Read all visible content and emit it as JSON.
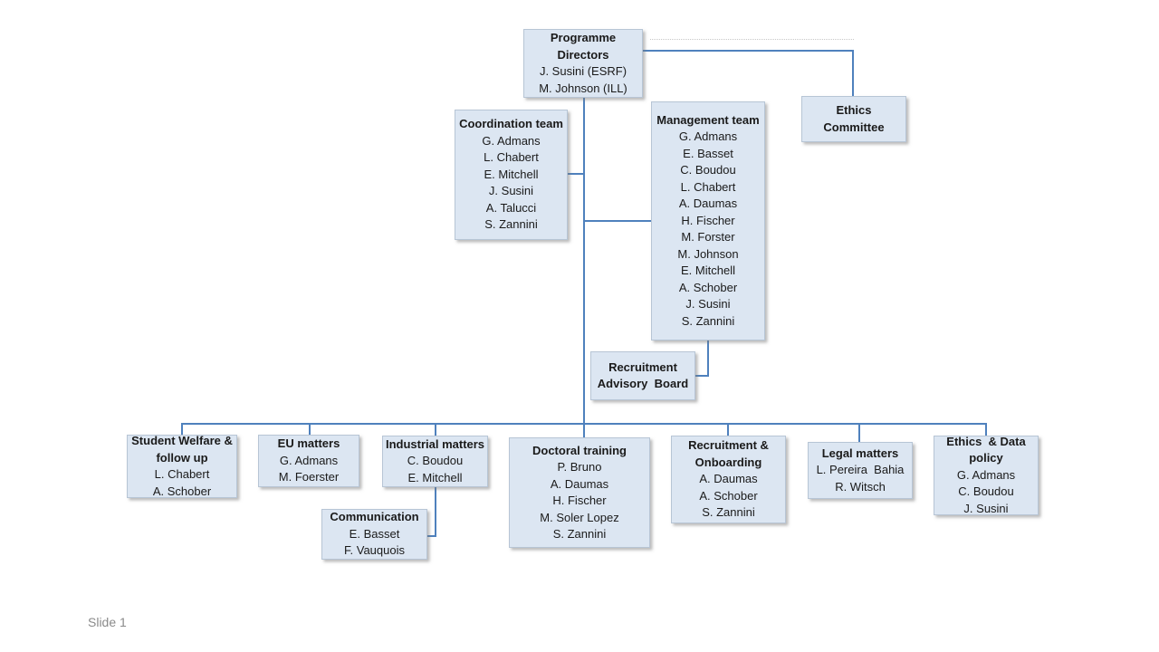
{
  "footer": {
    "label": "Slide 1"
  },
  "colors": {
    "box_fill": "#dce6f2",
    "box_border": "#b7c5d5",
    "connector": "#4f81bd",
    "text": "#1a1a1a",
    "footer_text": "#8a8a8a",
    "shadow": "rgba(120,120,120,0.5)",
    "artifact": "#c8c8c8"
  },
  "boxes": {
    "programme_directors": {
      "title": "Programme\nDirectors",
      "members": [
        "J. Susini (ESRF)",
        "M. Johnson (ILL)"
      ]
    },
    "coordination_team": {
      "title": "Coordination team",
      "members": [
        "G. Admans",
        "L. Chabert",
        "E. Mitchell",
        "J. Susini",
        "A. Talucci",
        "S. Zannini"
      ]
    },
    "management_team": {
      "title": "Management team",
      "members": [
        "G. Admans",
        "E. Basset",
        "C. Boudou",
        "L. Chabert",
        "A. Daumas",
        "H. Fischer",
        "M. Forster",
        "M. Johnson",
        "E. Mitchell",
        "A. Schober",
        "J. Susini",
        "S. Zannini"
      ]
    },
    "ethics_committee": {
      "title": "Ethics  Committee",
      "members": []
    },
    "recruitment_advisory_board": {
      "title": "Recruitment\nAdvisory  Board",
      "members": []
    },
    "student_welfare": {
      "title": "Student Welfare &\nfollow up",
      "members": [
        "L. Chabert",
        "A. Schober"
      ]
    },
    "eu_matters": {
      "title": "EU matters",
      "members": [
        "G. Admans",
        "M. Foerster"
      ]
    },
    "industrial_matters": {
      "title": "Industrial matters",
      "members": [
        "C. Boudou",
        "E. Mitchell"
      ]
    },
    "communication": {
      "title": "Communication",
      "members": [
        "E. Basset",
        "F. Vauquois"
      ]
    },
    "doctoral_training": {
      "title": "Doctoral training",
      "members": [
        "P. Bruno",
        "A. Daumas",
        "H. Fischer",
        "M. Soler Lopez",
        "S. Zannini"
      ]
    },
    "recruitment_onboarding": {
      "title": "Recruitment &\nOnboarding",
      "members": [
        "A. Daumas",
        "A. Schober",
        "S. Zannini"
      ]
    },
    "legal_matters": {
      "title": "Legal matters",
      "members": [
        "L. Pereira  Bahia",
        "R. Witsch"
      ]
    },
    "ethics_data_policy": {
      "title": "Ethics  & Data\npolicy",
      "members": [
        "G. Admans",
        "C. Boudou",
        "J. Susini"
      ]
    }
  }
}
